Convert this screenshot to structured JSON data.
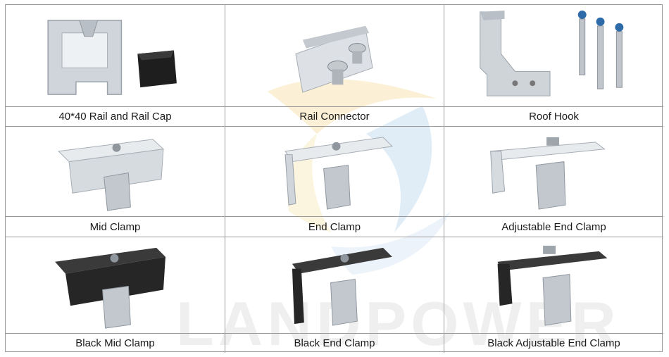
{
  "watermark": {
    "text": "LANDPOWER"
  },
  "products": [
    {
      "label": "40*40 Rail and Rail Cap",
      "icon": "rail-and-cap-icon"
    },
    {
      "label": "Rail Connector",
      "icon": "rail-connector-icon"
    },
    {
      "label": "Roof Hook",
      "icon": "roof-hook-icon"
    },
    {
      "label": "Mid Clamp",
      "icon": "mid-clamp-icon"
    },
    {
      "label": "End Clamp",
      "icon": "end-clamp-icon"
    },
    {
      "label": "Adjustable End Clamp",
      "icon": "adjustable-end-clamp-icon"
    },
    {
      "label": "Black Mid Clamp",
      "icon": "black-mid-clamp-icon"
    },
    {
      "label": "Black End Clamp",
      "icon": "black-end-clamp-icon"
    },
    {
      "label": "Black Adjustable End Clamp",
      "icon": "black-adjustable-end-clamp-icon"
    }
  ],
  "colors": {
    "silver": "#d9dde2",
    "black": "#2a2a2a",
    "border": "#9a9a9a"
  }
}
